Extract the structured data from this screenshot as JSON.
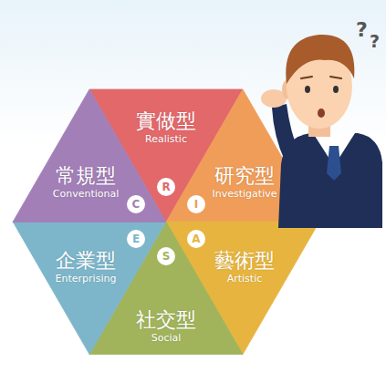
{
  "diagram": {
    "nodes": [
      {
        "text": [
          "實做型",
          "Realistic"
        ]
      },
      {
        "text": [
          "研究型",
          "Investigative"
        ]
      },
      {
        "text": [
          "藝術型",
          "Artistic"
        ]
      },
      {
        "text": [
          "社交型",
          "Social"
        ]
      },
      {
        "text": [
          "企業型",
          "Enterprising"
        ]
      },
      {
        "text": [
          "常規型",
          "Conventional"
        ]
      },
      {
        "text": [
          "R"
        ]
      },
      {
        "text": [
          "I"
        ]
      },
      {
        "text": [
          "A"
        ]
      },
      {
        "text": [
          "S"
        ]
      },
      {
        "text": [
          "E"
        ]
      },
      {
        "text": [
          "C"
        ]
      }
    ],
    "labels": [
      "?",
      "?"
    ]
  }
}
